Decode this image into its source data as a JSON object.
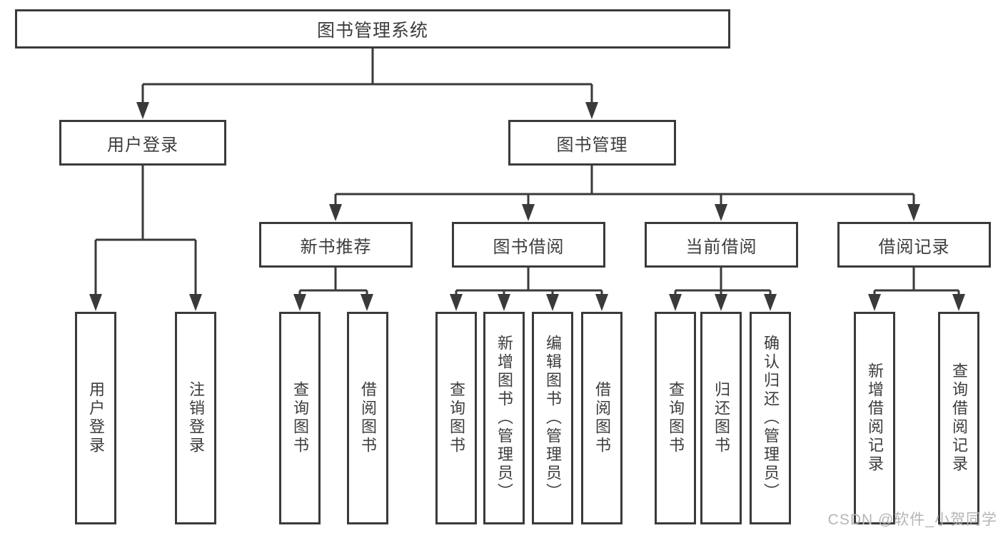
{
  "diagram": {
    "title": "图书管理系统",
    "level2": [
      {
        "label": "用户登录"
      },
      {
        "label": "图书管理"
      }
    ],
    "level3": [
      {
        "label": "新书推荐",
        "parent": "图书管理"
      },
      {
        "label": "图书借阅",
        "parent": "图书管理"
      },
      {
        "label": "当前借阅",
        "parent": "图书管理"
      },
      {
        "label": "借阅记录",
        "parent": "图书管理"
      }
    ],
    "leaves": [
      {
        "label": "用户登录",
        "parent": "用户登录"
      },
      {
        "label": "注销登录",
        "parent": "用户登录"
      },
      {
        "label": "查询图书",
        "parent": "新书推荐"
      },
      {
        "label": "借阅图书",
        "parent": "新书推荐"
      },
      {
        "label": "查询图书",
        "parent": "图书借阅"
      },
      {
        "label": "新增图书（管理员）",
        "parent": "图书借阅"
      },
      {
        "label": "编辑图书（管理员）",
        "parent": "图书借阅"
      },
      {
        "label": "借阅图书",
        "parent": "图书借阅"
      },
      {
        "label": "查询图书",
        "parent": "当前借阅"
      },
      {
        "label": "归还图书",
        "parent": "当前借阅"
      },
      {
        "label": "确认归还（管理员）",
        "parent": "当前借阅"
      },
      {
        "label": "新增借阅记录",
        "parent": "借阅记录"
      },
      {
        "label": "查询借阅记录",
        "parent": "借阅记录"
      }
    ]
  },
  "watermark": {
    "text": "CSDN @软件_小贺同学"
  },
  "colors": {
    "line": "#3a3a3a",
    "text": "#3d3d3d",
    "watermark": "#b5b5b5",
    "background": "#ffffff"
  }
}
